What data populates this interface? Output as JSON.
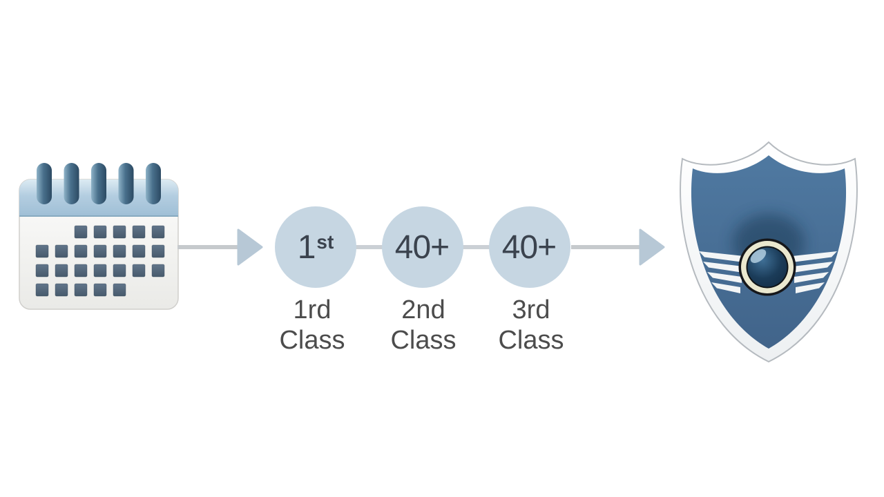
{
  "diagram": {
    "start": {
      "icon": "calendar-icon"
    },
    "end": {
      "icon": "badge-shield-icon"
    },
    "steps": [
      {
        "value": "1",
        "value_suffix": "st",
        "label": "1rd\nClass"
      },
      {
        "value": "40+",
        "value_suffix": "",
        "label": "2nd\nClass"
      },
      {
        "value": "40+",
        "value_suffix": "",
        "label": "3rd\nClass"
      }
    ],
    "colors": {
      "background": "#ffffff",
      "circle_fill": "#c6d6e2",
      "circle_text": "#3b434e",
      "caption_text": "#4c4c4c",
      "connector_line": "#cbd0d5",
      "arrow_head": "#b7c8d6",
      "calendar_header": "#a9c5d9",
      "calendar_body": "#f4f3f1",
      "calendar_ring": "#3e6280",
      "calendar_square": "#53677a",
      "shield_body": "#4b749b",
      "shield_border": "#fafafa",
      "wing": "#f3f5f6",
      "ring_band": "#eae8cf",
      "ring_center": "#1b3c59"
    }
  }
}
